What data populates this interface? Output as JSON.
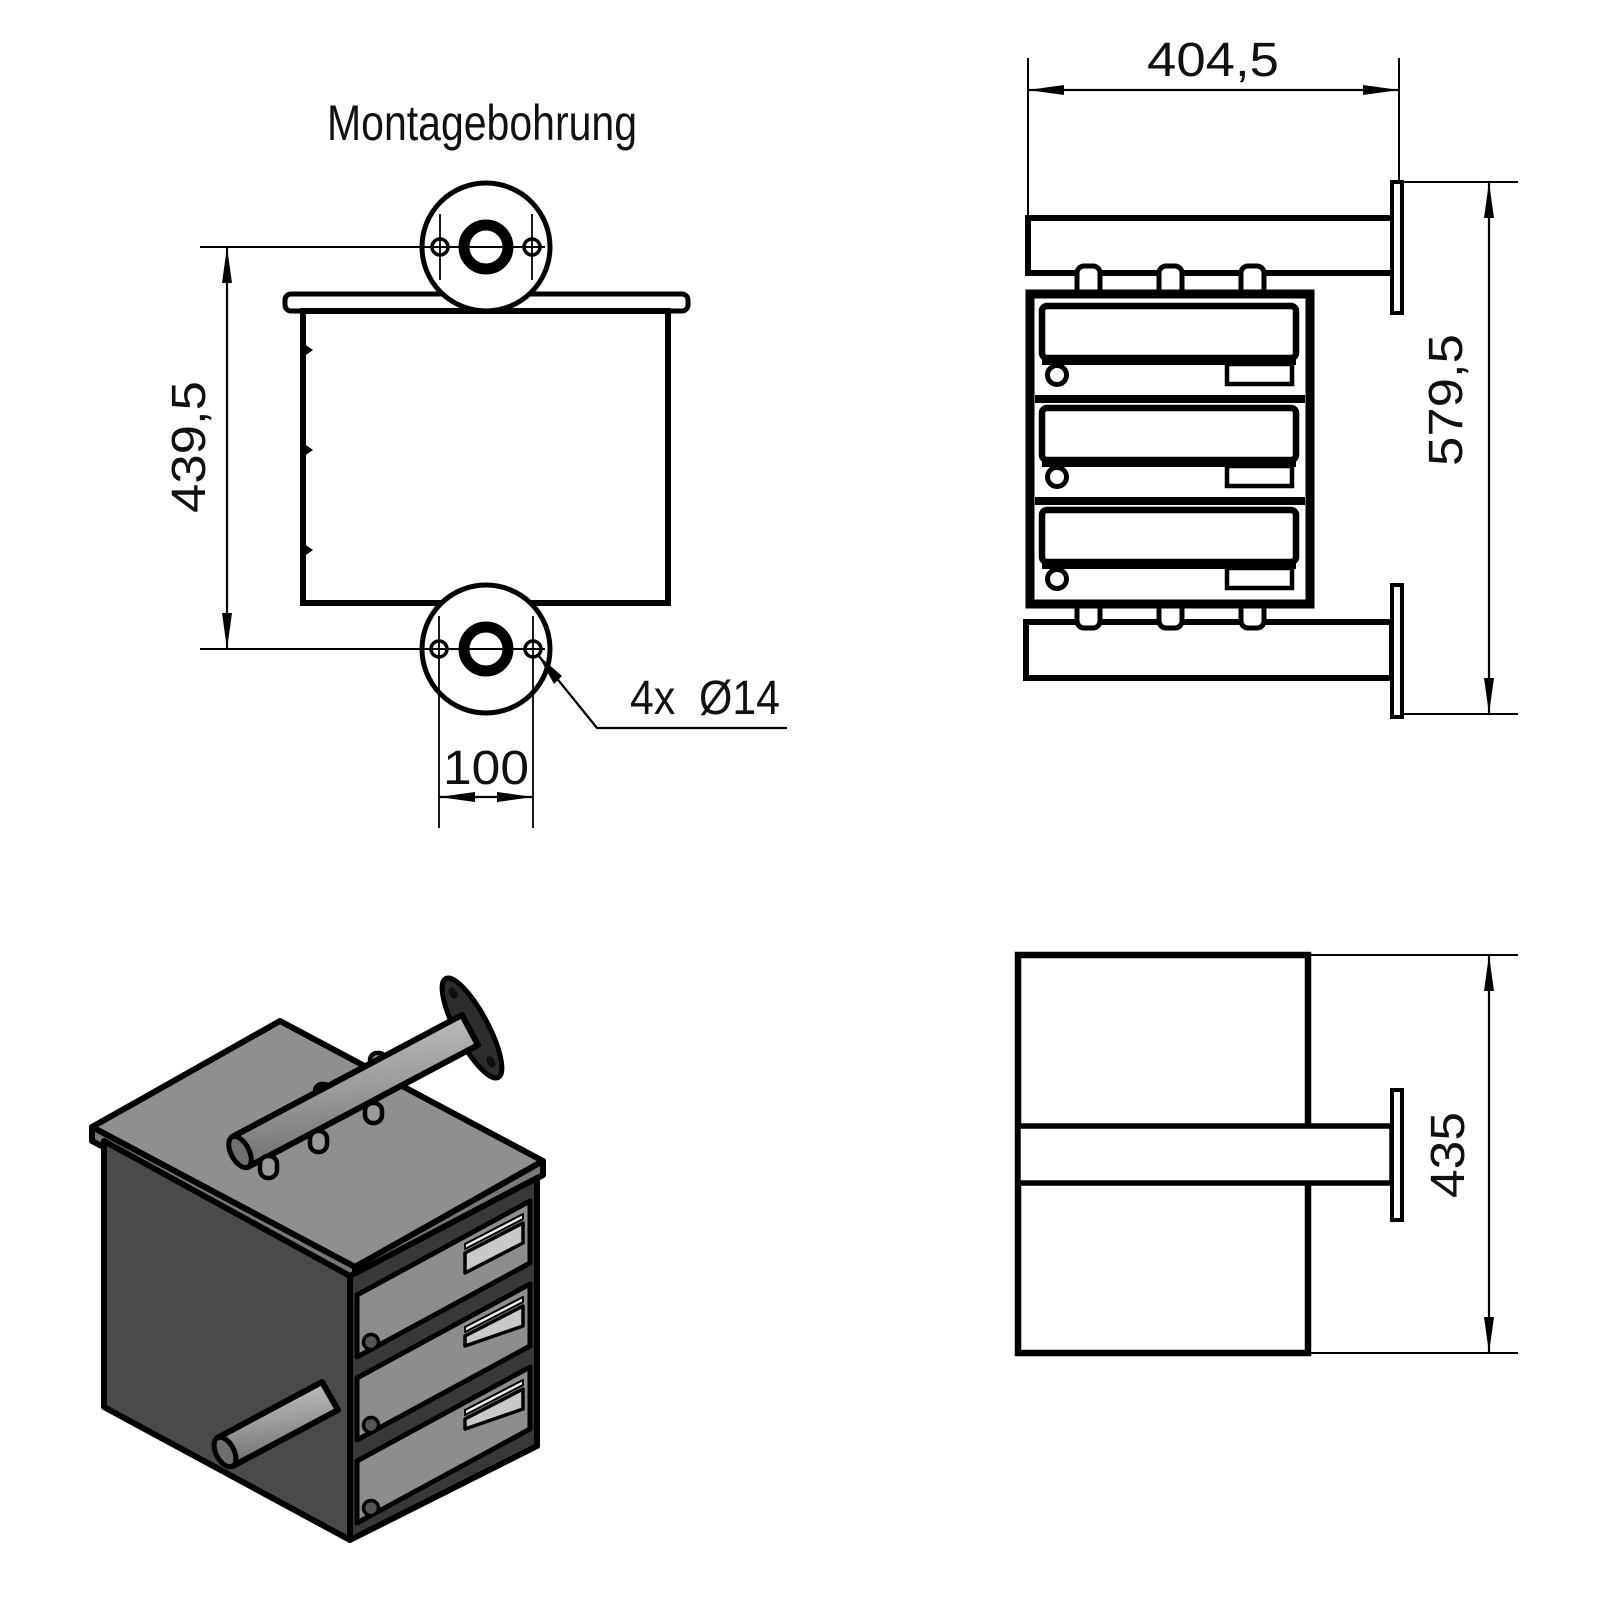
{
  "drawing": {
    "type": "technical-drawing",
    "subject": "wall-mounted 3-door letterbox with mounting tubes",
    "background": "#ffffff",
    "line_color": "#000000",
    "title": "Montagebohrung",
    "views": {
      "front": {
        "name": "front view with mounting holes",
        "dim_height": "439,5",
        "dim_hole_spacing": "100",
        "hole_note": "4x  Ø14",
        "mounting_flanges": 2,
        "holes_per_flange": 2
      },
      "side": {
        "name": "side elevation with wall tubes",
        "dim_width": "404,5",
        "dim_height": "579,5",
        "compartments": 3
      },
      "plan": {
        "name": "top plan view",
        "dim_depth": "435"
      },
      "iso": {
        "name": "isometric illustration",
        "colors": {
          "roof": "#8f8f8f",
          "roof_edge": "#787878",
          "left_face": "#4a4a4a",
          "front_face": "#383838",
          "door": "#8d8d8d",
          "name_plate": "#c9c9c9",
          "slit": "#efefef",
          "tube_light": "#c4c4c4",
          "tube_dark": "#6f6f6f",
          "flange": "#2d2d2d"
        }
      }
    }
  }
}
